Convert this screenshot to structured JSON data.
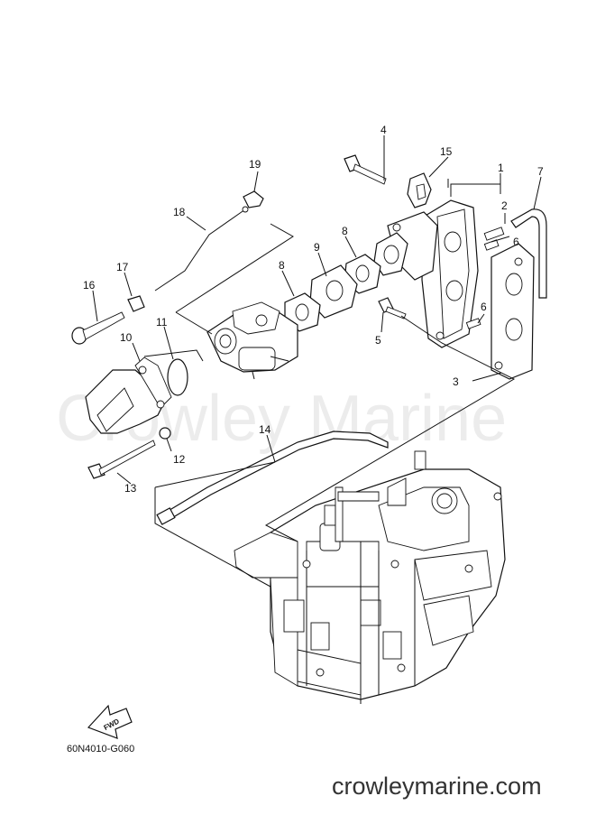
{
  "diagram": {
    "figure_code": "60N4010-G060",
    "watermark": "Crowley Marine",
    "site_footer": "crowleymarine.com",
    "fwd_label": "FWD",
    "callouts": [
      "1",
      "2",
      "3",
      "4",
      "5",
      "6",
      "6",
      "7",
      "8",
      "8",
      "9",
      "10",
      "11",
      "12",
      "13",
      "14",
      "15",
      "16",
      "17",
      "18",
      "19"
    ]
  }
}
